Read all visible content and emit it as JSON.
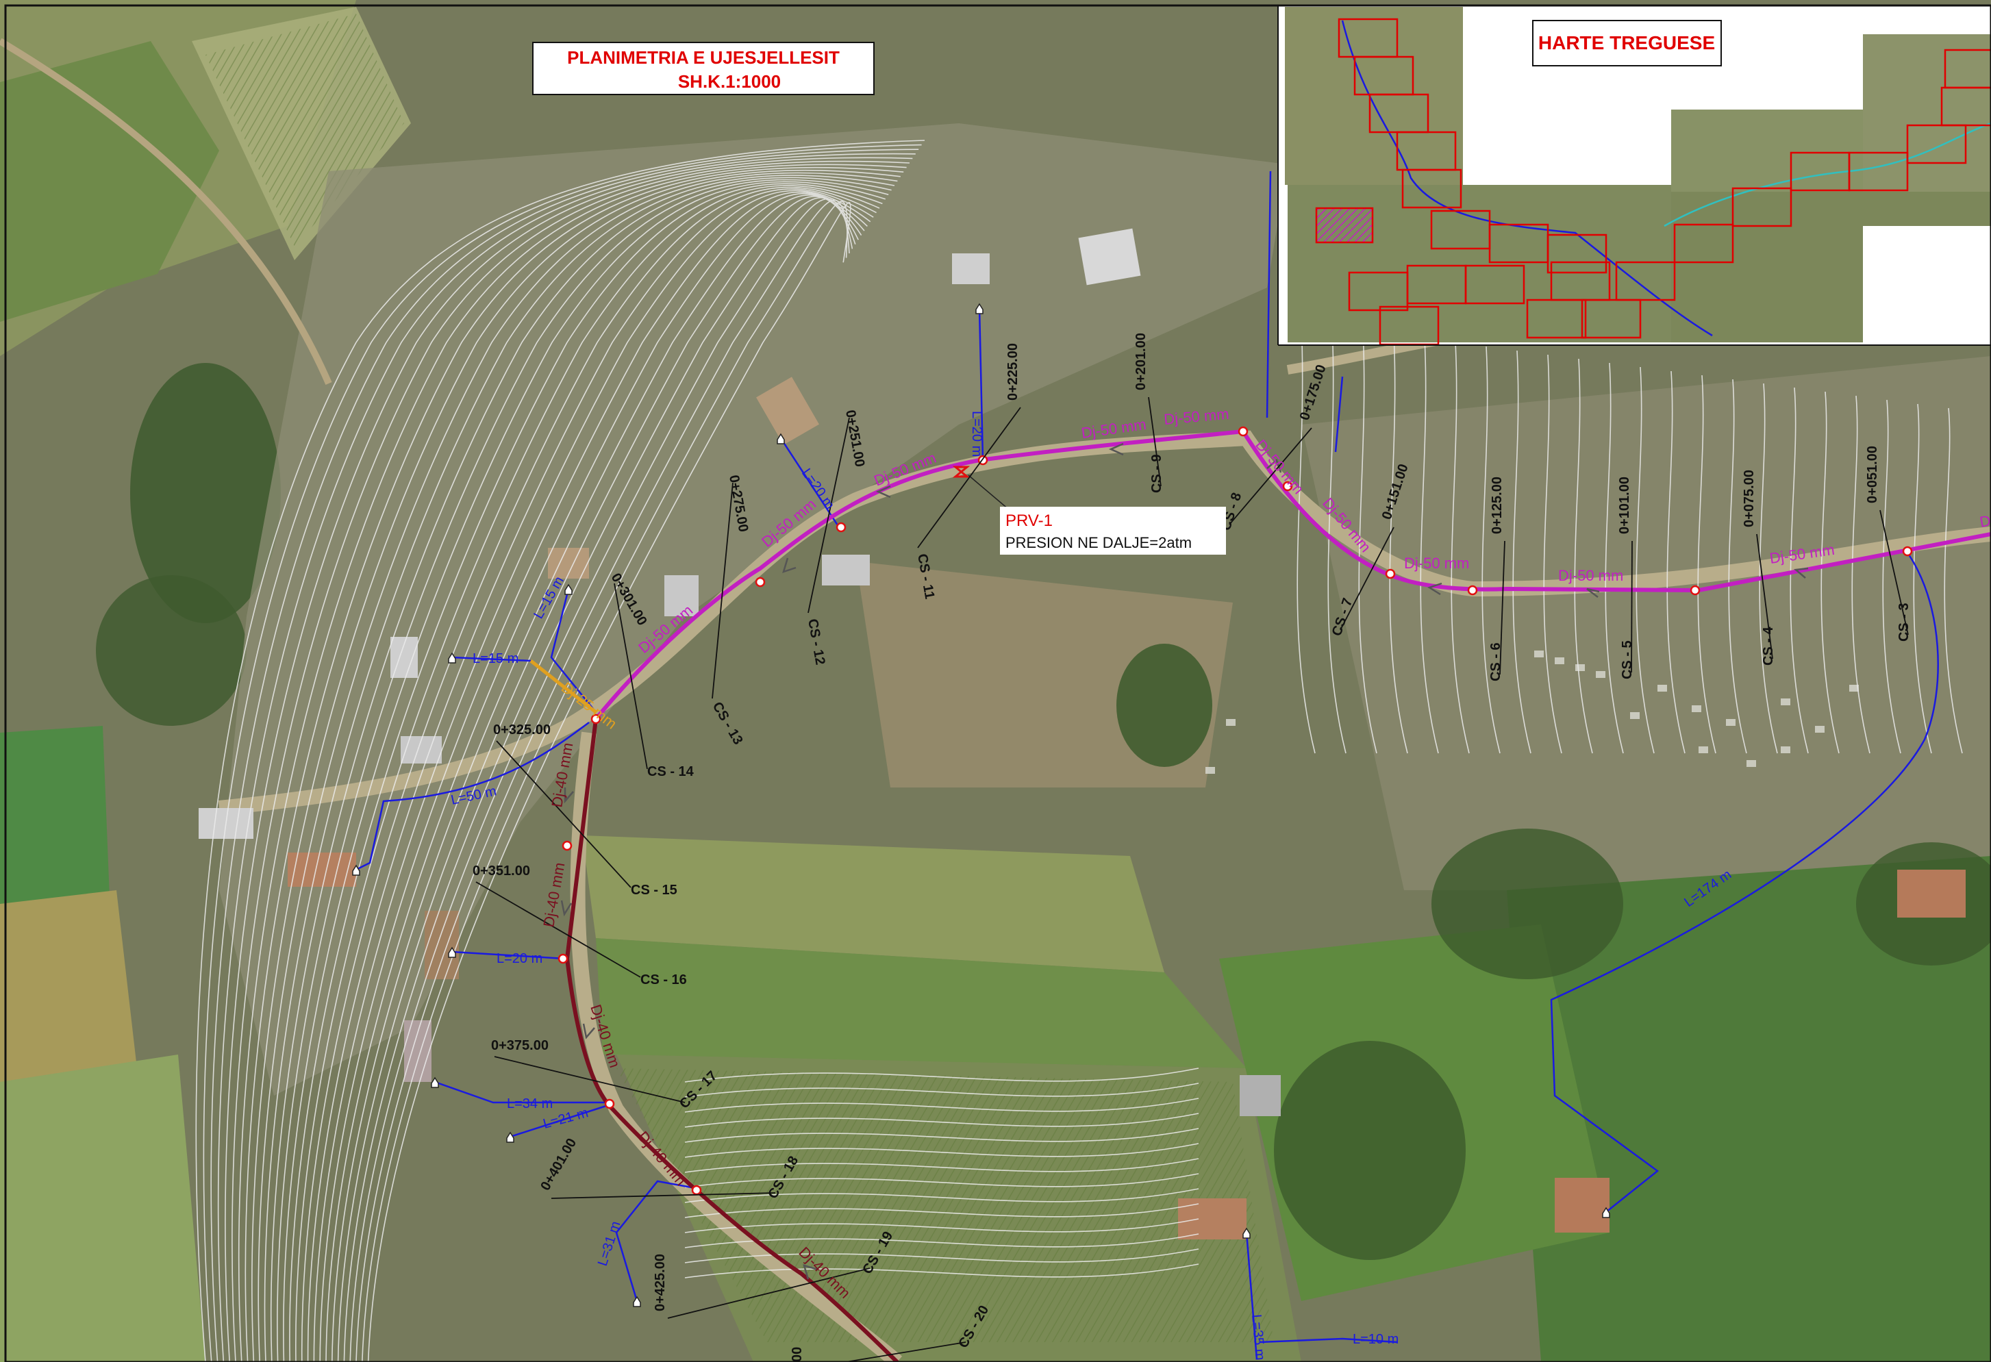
{
  "plan_title": {
    "line1": "PLANIMETRIA E UJESJELLESIT",
    "line2": "SH.K.1:1000"
  },
  "index_map": {
    "title": "HARTE TREGUESE"
  },
  "colors": {
    "main_pipe_50": "#c21fc2",
    "main_pipe_40": "#7a1020",
    "branch_pipe": "#1a1ae0",
    "orange_pipe": "#e0a020",
    "node": "#e01010",
    "contour": "#e8e8e8",
    "title_red": "#e00000",
    "index_frame": "#e00000"
  },
  "prv": {
    "name": "PRV-1",
    "pressure": "PRESION NE DALJE=2atm"
  },
  "pipe_labels": [
    "Dj-50 mm",
    "Dj-50 mm",
    "Dj-50 mm",
    "Dj-50 mm",
    "Dj-50 mm",
    "Dj-50 mm",
    "Dj-50 mm",
    "Dj-50 mm",
    "Dj-50 mm",
    "Dj-50 mm",
    "Dj-40 mm",
    "Dj-40 mm",
    "Dj-40 mm",
    "Dj-40 mm",
    "Dj-40 mm",
    "D"
  ],
  "orange_pipe_label": "Dj-25 mm",
  "branch_labels": [
    "L=20 m",
    "L=20 m",
    "L=15 m",
    "L=15 m",
    "L=50 m",
    "L=20 m",
    "L=34 m",
    "L=21 m",
    "L=31 m",
    "L=174 m",
    "L=35 m",
    "L=10 m"
  ],
  "chainages": [
    "0+051.00",
    "0+075.00",
    "0+101.00",
    "0+125.00",
    "0+151.00",
    "0+175.00",
    "0+201.00",
    "0+225.00",
    "0+251.00",
    "0+275.00",
    "0+301.00",
    "0+325.00",
    "0+351.00",
    "0+375.00",
    "0+401.00",
    "0+425.00",
    "00"
  ],
  "cross_sections": [
    "CS - 3",
    "CS - 4",
    "CS - 5",
    "CS - 6",
    "CS - 7",
    "CS - 8",
    "CS - 9",
    "CS - 11",
    "CS - 12",
    "CS - 13",
    "CS - 14",
    "CS - 15",
    "CS - 16",
    "CS - 17",
    "CS - 18",
    "CS - 19",
    "CS - 20"
  ]
}
